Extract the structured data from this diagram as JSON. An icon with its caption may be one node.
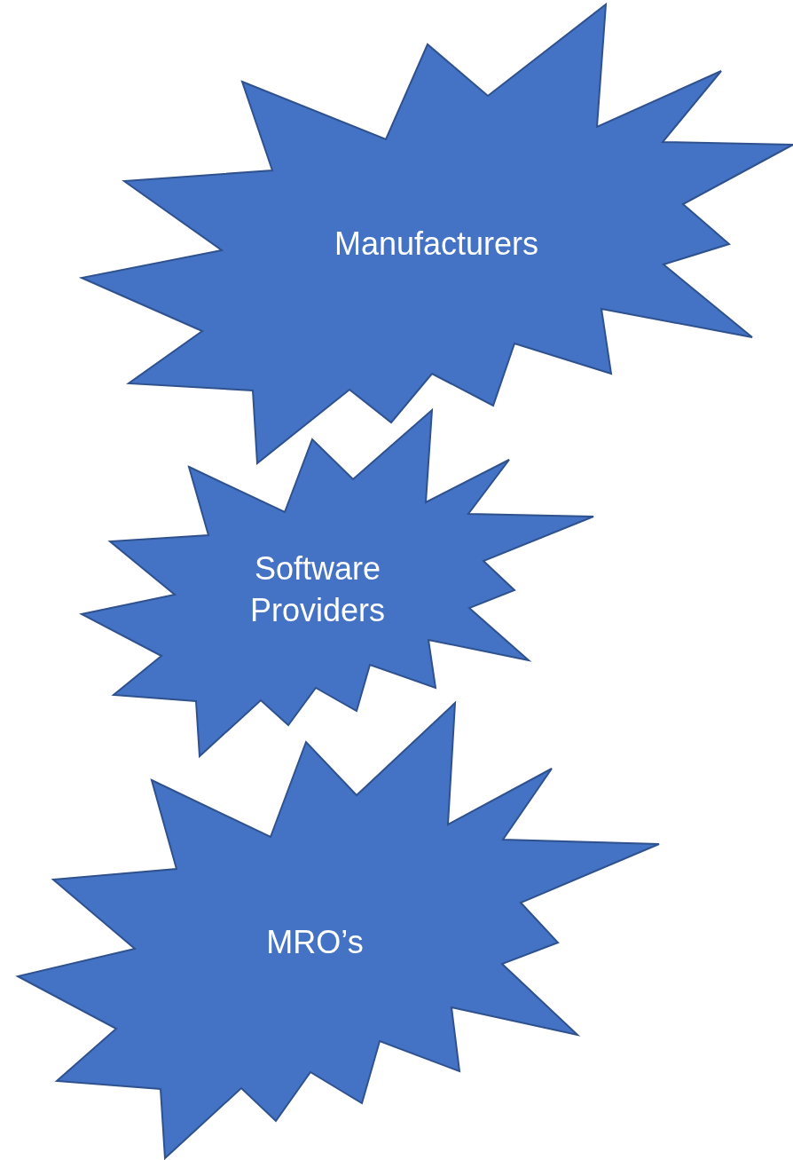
{
  "diagram": {
    "nodes": [
      {
        "text": [
          "Manufacturers"
        ]
      },
      {
        "text": [
          "Software Providers"
        ]
      },
      {
        "text": [
          "MRO’s"
        ]
      }
    ]
  }
}
